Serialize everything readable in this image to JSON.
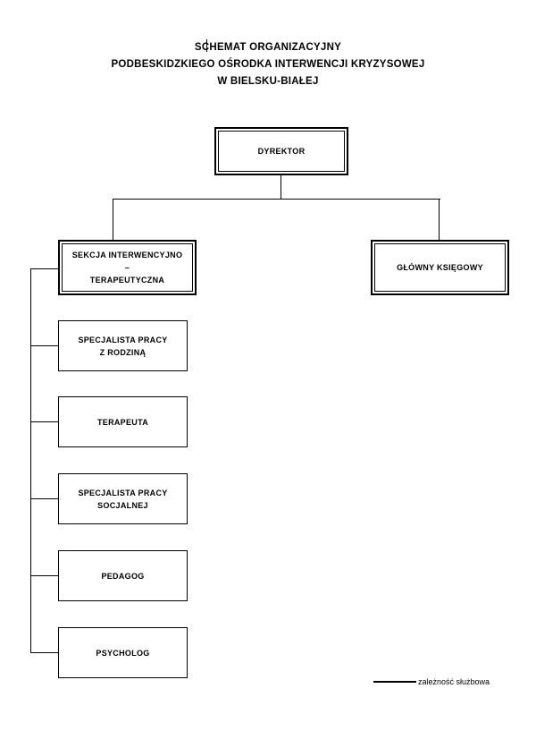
{
  "title": {
    "line1": "SCHEMAT ORGANIZACYJNY",
    "line2": "PODBESKIDZKIEGO OŚRODKA INTERWENCJI KRYZYSOWEJ",
    "line3": "W BIELSKU-BIAŁEJ"
  },
  "chart_data": {
    "type": "diagram",
    "diagram_type": "organizational-chart",
    "orientation": "top-down",
    "nodes": [
      {
        "id": "dyrektor",
        "label": "DYREKTOR",
        "level": 0,
        "border": "double"
      },
      {
        "id": "sekcja",
        "label": "SEKCJA INTERWENCYJNO –\nTERAPEUTYCZNA",
        "level": 1,
        "border": "double"
      },
      {
        "id": "ksiegowy",
        "label": "GŁÓWNY KSIĘGOWY",
        "level": 1,
        "border": "double"
      },
      {
        "id": "spec-rodzina",
        "label": "SPECJALISTA PRACY\nZ RODZINĄ",
        "level": 2,
        "border": "single"
      },
      {
        "id": "terapeuta",
        "label": "TERAPEUTA",
        "level": 2,
        "border": "single"
      },
      {
        "id": "spec-socjalna",
        "label": "SPECJALISTA PRACY\nSOCJALNEJ",
        "level": 2,
        "border": "single"
      },
      {
        "id": "pedagog",
        "label": "PEDAGOG",
        "level": 2,
        "border": "single"
      },
      {
        "id": "psycholog",
        "label": "PSYCHOLOG",
        "level": 2,
        "border": "single"
      }
    ],
    "edges": [
      {
        "from": "dyrektor",
        "to": "sekcja",
        "kind": "zaleznosc-sluzbowa"
      },
      {
        "from": "dyrektor",
        "to": "ksiegowy",
        "kind": "zaleznosc-sluzbowa"
      },
      {
        "from": "sekcja",
        "to": "spec-rodzina",
        "kind": "zaleznosc-sluzbowa"
      },
      {
        "from": "sekcja",
        "to": "terapeuta",
        "kind": "zaleznosc-sluzbowa"
      },
      {
        "from": "sekcja",
        "to": "spec-socjalna",
        "kind": "zaleznosc-sluzbowa"
      },
      {
        "from": "sekcja",
        "to": "pedagog",
        "kind": "zaleznosc-sluzbowa"
      },
      {
        "from": "sekcja",
        "to": "psycholog",
        "kind": "zaleznosc-sluzbowa"
      }
    ],
    "legend": [
      {
        "symbol": "solid-line",
        "label": "zależność służbowa"
      }
    ],
    "title": "SCHEMAT ORGANIZACYJNY PODBESKIDZKIEGO OŚRODKA INTERWENCJI KRYZYSOWEJ W BIELSKU-BIAŁEJ"
  },
  "legend": {
    "text": "zależność służbowa"
  }
}
